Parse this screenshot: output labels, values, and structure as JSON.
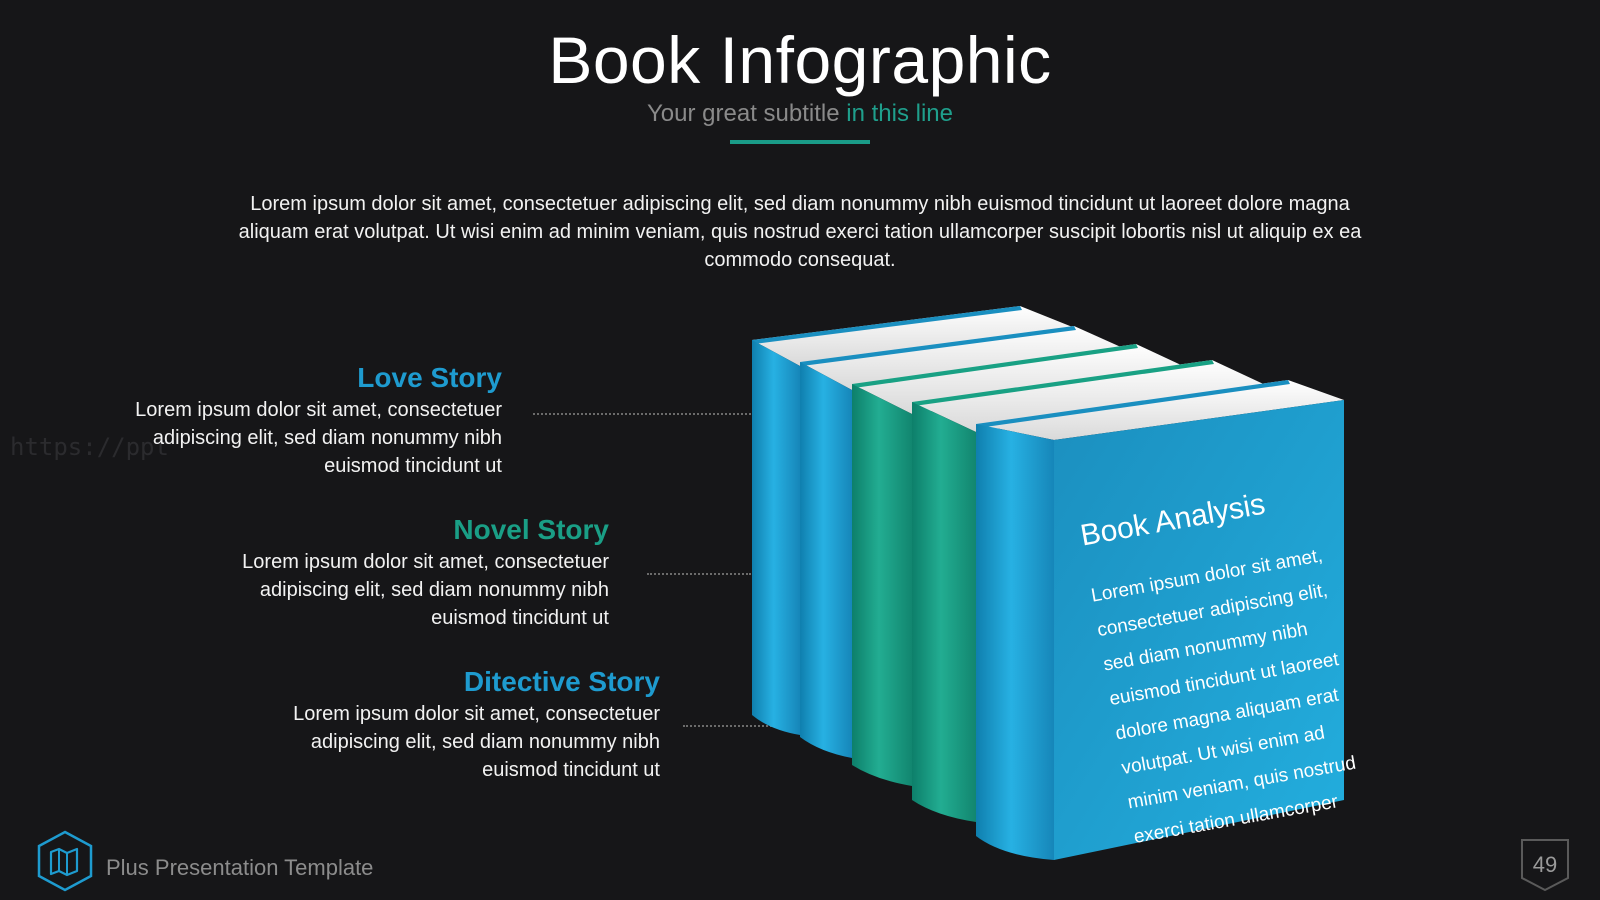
{
  "header": {
    "title": "Book Infographic",
    "subtitle_plain": "Your great subtitle",
    "subtitle_accent": "in this line"
  },
  "intro": {
    "line1": "Lorem ipsum dolor sit amet, consectetuer adipiscing elit, sed diam nonummy nibh euismod tincidunt ut laoreet dolore magna",
    "line2": "aliquam erat volutpat. Ut wisi enim ad minim veniam, quis nostrud exerci tation ullamcorper suscipit lobortis nisl ut aliquip ex ea",
    "line3": "commodo consequat."
  },
  "items": [
    {
      "title": "Love Story",
      "color": "#1e9bcf",
      "lines": [
        "Lorem ipsum dolor sit amet, consectetuer",
        "adipiscing elit, sed diam nonummy nibh",
        "euismod tincidunt ut"
      ]
    },
    {
      "title": "Novel Story",
      "color": "#1a9f86",
      "lines": [
        "Lorem ipsum dolor sit amet, consectetuer",
        "adipiscing elit, sed diam nonummy nibh",
        "euismod tincidunt ut"
      ]
    },
    {
      "title": "Ditective Story",
      "color": "#1e9bcf",
      "lines": [
        "Lorem ipsum dolor sit amet, consectetuer",
        "adipiscing elit, sed diam nonummy nibh",
        "euismod tincidunt ut"
      ]
    }
  ],
  "book_cover": {
    "title": "Book Analysis",
    "lines": [
      "Lorem ipsum dolor sit amet,",
      "consectetuer adipiscing elit,",
      "sed diam nonummy nibh",
      "euismod tincidunt ut laoreet",
      "dolore magna aliquam erat",
      "volutpat. Ut wisi enim ad",
      "minim veniam, quis nostrud",
      "exerci tation ullamcorper"
    ]
  },
  "watermark": "https://ppt",
  "footer": {
    "template_name": "Plus Presentation Template",
    "icon": "map-icon",
    "page_number": "49"
  },
  "colors": {
    "blue": "#1e9bcf",
    "teal": "#1a9f86",
    "background": "#161618"
  }
}
